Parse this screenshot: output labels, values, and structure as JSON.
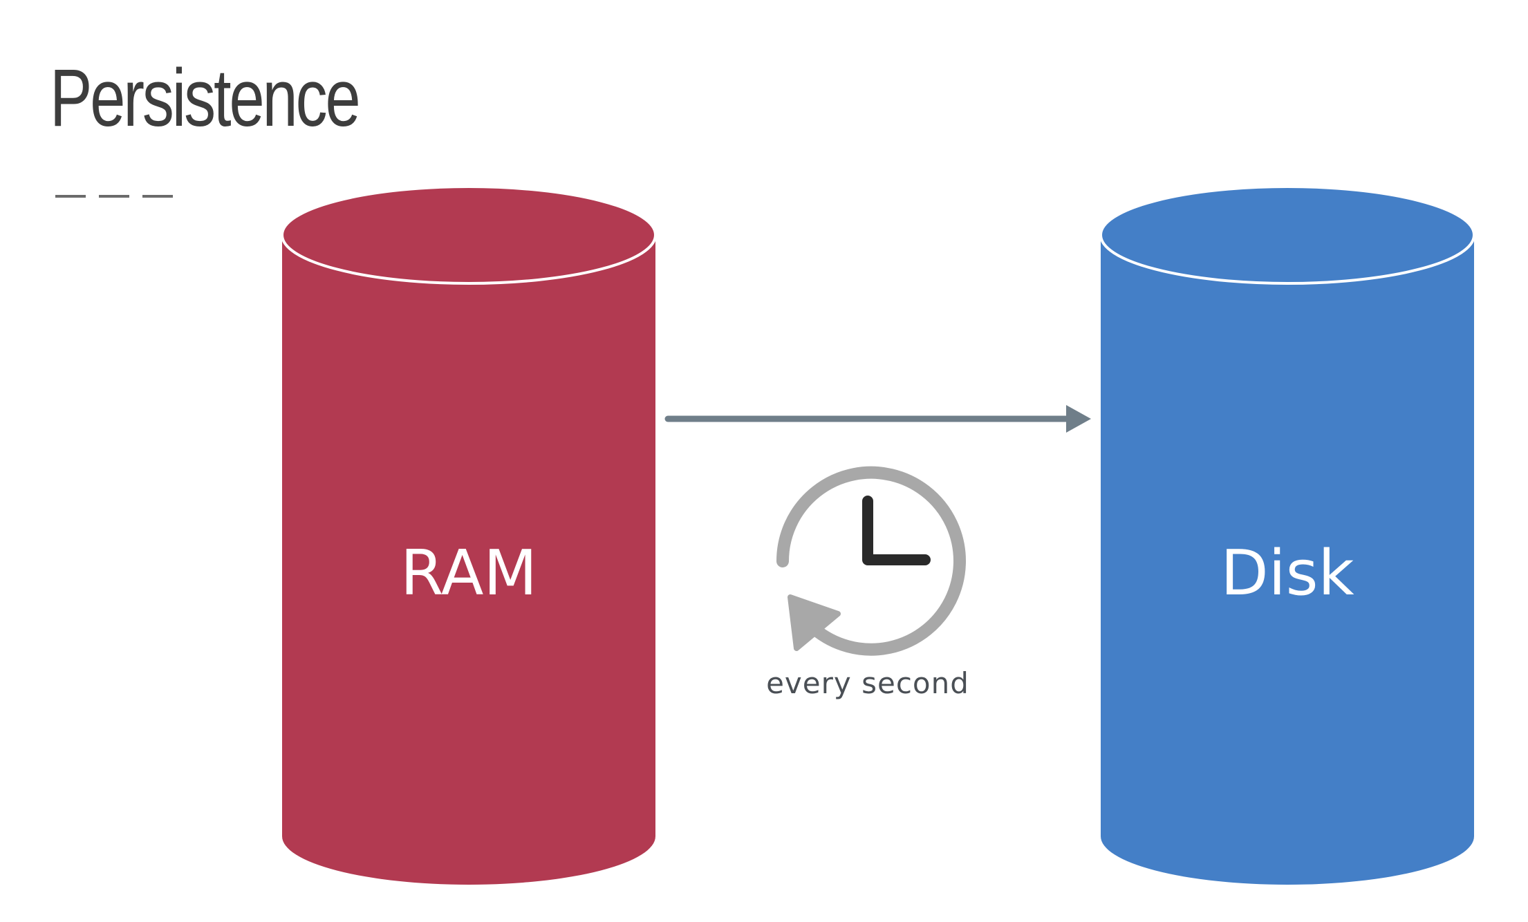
{
  "slide": {
    "title": "Persistence"
  },
  "diagram": {
    "source": {
      "label": "RAM",
      "color": "#b23a51"
    },
    "target": {
      "label": "Disk",
      "color": "#447fc7"
    },
    "arrow_color": "#6f7e89",
    "interval": {
      "icon": "clock-history-icon",
      "caption": "every second"
    }
  }
}
